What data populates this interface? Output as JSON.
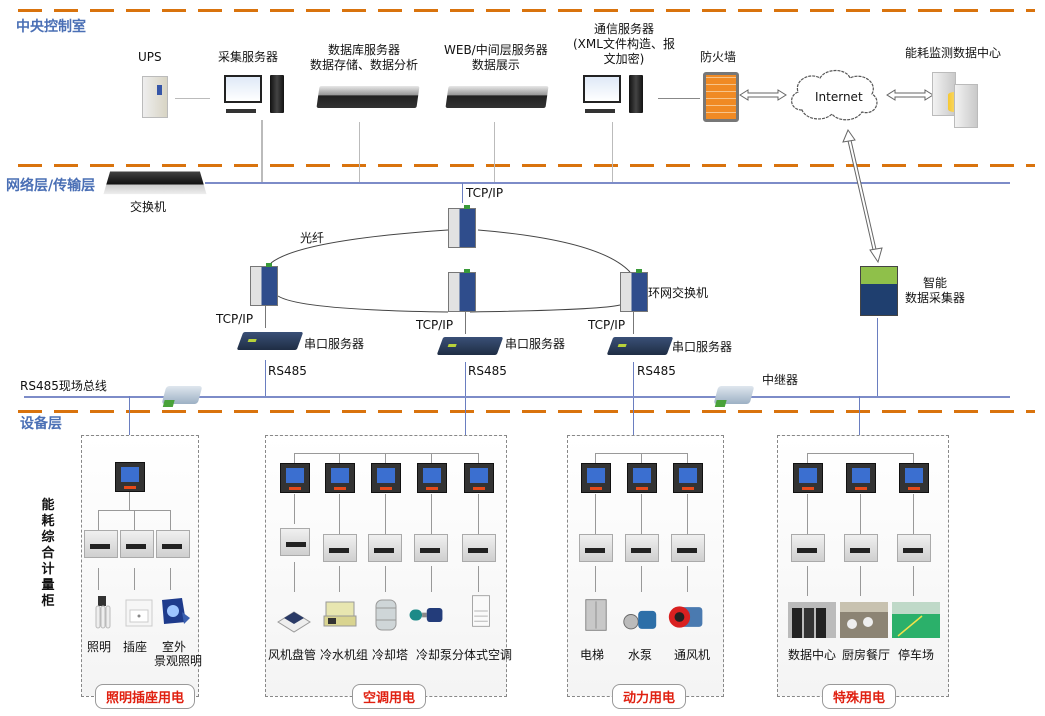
{
  "layers": {
    "central": "中央控制室",
    "network": "网络层/传输层",
    "device": "设备层"
  },
  "central": {
    "ups": "UPS",
    "collect_server": "采集服务器",
    "db_server_l1": "数据库服务器",
    "db_server_l2": "数据存储、数据分析",
    "web_server_l1": "WEB/中间层服务器",
    "web_server_l2": "数据展示",
    "comm_server_l1": "通信服务器",
    "comm_server_l2": "(XML文件构造、报",
    "comm_server_l3": "文加密)",
    "firewall": "防火墙",
    "internet": "Internet",
    "data_center": "能耗监测数据中心"
  },
  "network": {
    "switch": "交换机",
    "tcpip_top": "TCP/IP",
    "fiber": "光纤",
    "ring_switch": "环网交换机",
    "tcpip": [
      "TCP/IP",
      "TCP/IP",
      "TCP/IP"
    ],
    "serial_server": [
      "串口服务器",
      "串口服务器",
      "串口服务器"
    ],
    "rs485": [
      "RS485",
      "RS485",
      "RS485"
    ],
    "collector_l1": "智能",
    "collector_l2": "数据采集器",
    "bus": "RS485现场总线",
    "repeater": "中继器"
  },
  "device": {
    "cabinet_label": [
      "能",
      "耗",
      "综",
      "合",
      "计",
      "量",
      "柜"
    ],
    "groups": [
      {
        "category": "照明插座用电",
        "loads": [
          "照明",
          "插座",
          "室外",
          "景观照明"
        ]
      },
      {
        "category": "空调用电",
        "loads": [
          "风机盘管",
          "冷水机组",
          "冷却塔",
          "冷却泵",
          "分体式空调"
        ]
      },
      {
        "category": "动力用电",
        "loads": [
          "电梯",
          "水泵",
          "通风机"
        ]
      },
      {
        "category": "特殊用电",
        "loads": [
          "数据中心",
          "厨房餐厅",
          "停车场"
        ]
      }
    ]
  },
  "colors": {
    "layer_title": "#4a6fb5",
    "dash_line": "#d9730d",
    "bus_line": "#7d8cc8",
    "category_text": "#e02010"
  }
}
